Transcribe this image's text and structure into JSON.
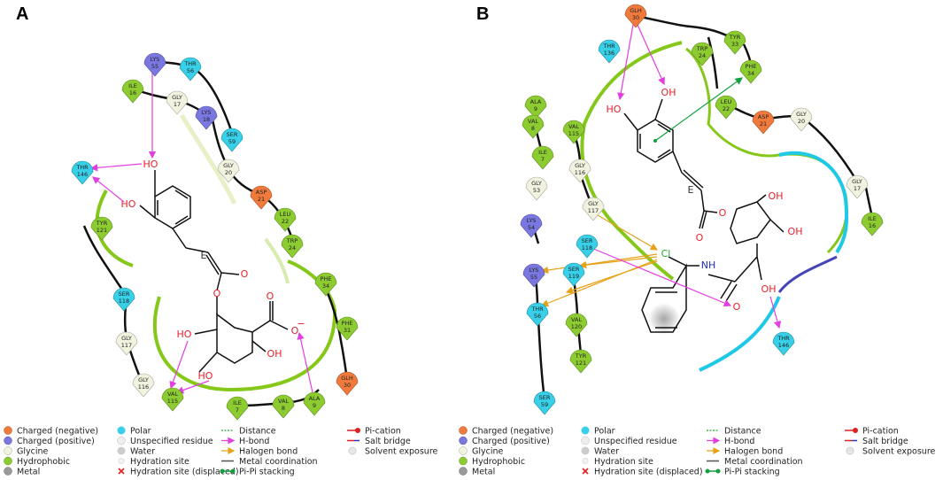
{
  "panels": {
    "A": {
      "label": "A",
      "residues": [
        {
          "name": "LYS",
          "num": "55",
          "type": "positive"
        },
        {
          "name": "THR",
          "num": "56",
          "type": "polar"
        },
        {
          "name": "ILE",
          "num": "16",
          "type": "hydrophobic"
        },
        {
          "name": "GLY",
          "num": "17",
          "type": "glycine"
        },
        {
          "name": "LYS",
          "num": "18",
          "type": "positive"
        },
        {
          "name": "SER",
          "num": "59",
          "type": "polar"
        },
        {
          "name": "THR",
          "num": "146",
          "type": "polar"
        },
        {
          "name": "GLY",
          "num": "20",
          "type": "glycine"
        },
        {
          "name": "ASP",
          "num": "21",
          "type": "negative"
        },
        {
          "name": "LEU",
          "num": "22",
          "type": "hydrophobic"
        },
        {
          "name": "TRP",
          "num": "24",
          "type": "hydrophobic"
        },
        {
          "name": "TYR",
          "num": "121",
          "type": "hydrophobic"
        },
        {
          "name": "SER",
          "num": "118",
          "type": "polar"
        },
        {
          "name": "PHE",
          "num": "34",
          "type": "hydrophobic"
        },
        {
          "name": "GLY",
          "num": "117",
          "type": "glycine"
        },
        {
          "name": "PHE",
          "num": "31",
          "type": "hydrophobic"
        },
        {
          "name": "GLY",
          "num": "116",
          "type": "glycine"
        },
        {
          "name": "GLH",
          "num": "30",
          "type": "negative"
        },
        {
          "name": "VAL",
          "num": "115",
          "type": "hydrophobic"
        },
        {
          "name": "ALA",
          "num": "9",
          "type": "hydrophobic"
        },
        {
          "name": "VAL",
          "num": "8",
          "type": "hydrophobic"
        },
        {
          "name": "ILE",
          "num": "7",
          "type": "hydrophobic"
        }
      ],
      "atoms": {
        "ho1": "HO",
        "ho2": "HO",
        "o_ester": "O",
        "o_carbonyl": "O",
        "ho3": "HO",
        "ho4": "HO",
        "oh5": "OH",
        "o_carboxyl": "O",
        "charge": "−",
        "e_label": "E"
      }
    },
    "B": {
      "label": "B",
      "residues": [
        {
          "name": "GLH",
          "num": "30",
          "type": "negative"
        },
        {
          "name": "TYR",
          "num": "33",
          "type": "hydrophobic"
        },
        {
          "name": "THR",
          "num": "136",
          "type": "polar"
        },
        {
          "name": "TRP",
          "num": "24",
          "type": "hydrophobic"
        },
        {
          "name": "PHE",
          "num": "34",
          "type": "hydrophobic"
        },
        {
          "name": "ALA",
          "num": "9",
          "type": "hydrophobic"
        },
        {
          "name": "LEU",
          "num": "22",
          "type": "hydrophobic"
        },
        {
          "name": "ASP",
          "num": "21",
          "type": "negative"
        },
        {
          "name": "GLY",
          "num": "20",
          "type": "glycine"
        },
        {
          "name": "VAL",
          "num": "8",
          "type": "hydrophobic"
        },
        {
          "name": "VAL",
          "num": "115",
          "type": "hydrophobic"
        },
        {
          "name": "ILE",
          "num": "7",
          "type": "hydrophobic"
        },
        {
          "name": "GLY",
          "num": "116",
          "type": "glycine"
        },
        {
          "name": "GLY",
          "num": "53",
          "type": "glycine"
        },
        {
          "name": "GLY",
          "num": "117",
          "type": "glycine"
        },
        {
          "name": "GLY",
          "num": "17",
          "type": "glycine"
        },
        {
          "name": "LYS",
          "num": "54",
          "type": "positive"
        },
        {
          "name": "ILE",
          "num": "16",
          "type": "hydrophobic"
        },
        {
          "name": "SER",
          "num": "118",
          "type": "polar"
        },
        {
          "name": "LYS",
          "num": "55",
          "type": "positive"
        },
        {
          "name": "SER",
          "num": "119",
          "type": "polar"
        },
        {
          "name": "THR",
          "num": "56",
          "type": "polar"
        },
        {
          "name": "VAL",
          "num": "120",
          "type": "hydrophobic"
        },
        {
          "name": "TYR",
          "num": "121",
          "type": "hydrophobic"
        },
        {
          "name": "THR",
          "num": "146",
          "type": "polar"
        },
        {
          "name": "SER",
          "num": "59",
          "type": "polar"
        }
      ],
      "atoms": {
        "ho1": "HO",
        "oh2": "OH",
        "o_ester": "O",
        "o_carbonyl": "O",
        "oh3": "OH",
        "oh4": "OH",
        "oh5": "OH",
        "o_amide": "O",
        "nh": "NH",
        "cl": "Cl",
        "e_label": "E"
      }
    },
    "colors": {
      "negative": "#f07a3c",
      "positive": "#7a78e0",
      "glycine": "#f2f2e0",
      "hydrophobic": "#8ccc30",
      "metal": "#999999",
      "polar": "#38cfe8",
      "unspecified": "#eeeeee",
      "water": "#cccccc",
      "hbond": "#e23fe0",
      "halogen": "#e8a21a",
      "pistack": "#12a040",
      "pocket_green": "#86c81a",
      "pocket_cyan": "#20c8e8",
      "pocket_blue": "#4444bb"
    }
  },
  "legend": {
    "col1": [
      "Charged (negative)",
      "Charged (positive)",
      "Glycine",
      "Hydrophobic",
      "Metal"
    ],
    "col2": [
      "Polar",
      "Unspecified residue",
      "Water",
      "Hydration site",
      "Hydration site (displaced)"
    ],
    "col3": [
      "Distance",
      "H-bond",
      "Halogen bond",
      "Metal coordination",
      "Pi-Pi stacking"
    ],
    "col4": [
      "Pi-cation",
      "Salt bridge",
      "Solvent exposure"
    ]
  }
}
